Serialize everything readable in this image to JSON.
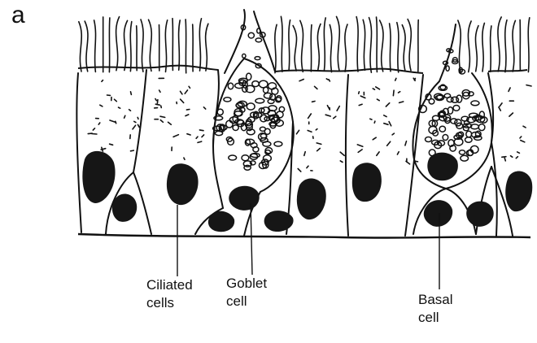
{
  "figure": {
    "panel_letter": "a",
    "labels": {
      "ciliated": [
        "Ciliated",
        "cells"
      ],
      "goblet": [
        "Goblet",
        "cell"
      ],
      "basal": [
        "Basal",
        "cell"
      ]
    }
  },
  "colors": {
    "ink": "#111111",
    "nucleus": "#161616",
    "background": "#ffffff"
  }
}
